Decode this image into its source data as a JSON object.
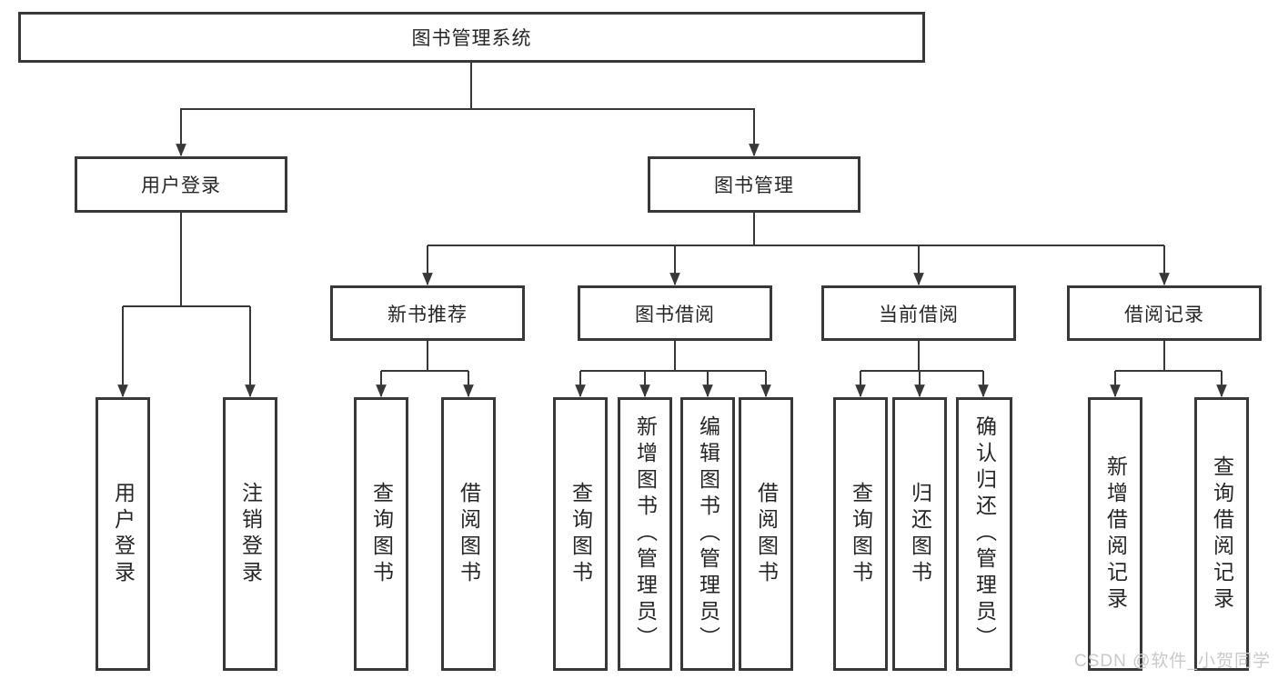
{
  "nodes": {
    "root": "图书管理系统",
    "login": "用户登录",
    "mgmt": "图书管理",
    "login_children": [
      "用户登录",
      "注销登录"
    ],
    "mgmt_groups": [
      {
        "label": "新书推荐",
        "children": [
          "查询图书",
          "借阅图书"
        ]
      },
      {
        "label": "图书借阅",
        "children": [
          "查询图书",
          "新增图书（管理员）",
          "编辑图书（管理员）",
          "借阅图书"
        ]
      },
      {
        "label": "当前借阅",
        "children": [
          "查询图书",
          "归还图书",
          "确认归还（管理员）"
        ]
      },
      {
        "label": "借阅记录",
        "children": [
          "新增借阅记录",
          "查询借阅记录"
        ]
      }
    ]
  },
  "watermark": "CSDN @软件_小贺同学",
  "colors": {
    "line": "#383838",
    "text": "#262626",
    "watermark": "#c9c9c9",
    "background": "#ffffff"
  }
}
